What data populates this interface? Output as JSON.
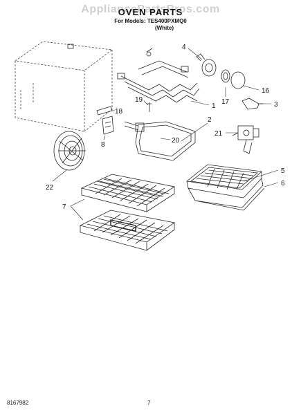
{
  "watermark": "AppliancePartsPros.com",
  "header": {
    "title": "OVEN PARTS",
    "models_line": "For Models: TES400PXMQ0",
    "color_line": "(White)"
  },
  "footer": {
    "doc_number": "8167982",
    "page_number": "7"
  },
  "callouts": {
    "c1": "1",
    "c2": "2",
    "c3": "3",
    "c4": "4",
    "c5": "5",
    "c6": "6",
    "c7": "7",
    "c8": "8",
    "c16": "16",
    "c17": "17",
    "c18": "18",
    "c19": "19",
    "c20": "20",
    "c21": "21",
    "c22": "22"
  }
}
